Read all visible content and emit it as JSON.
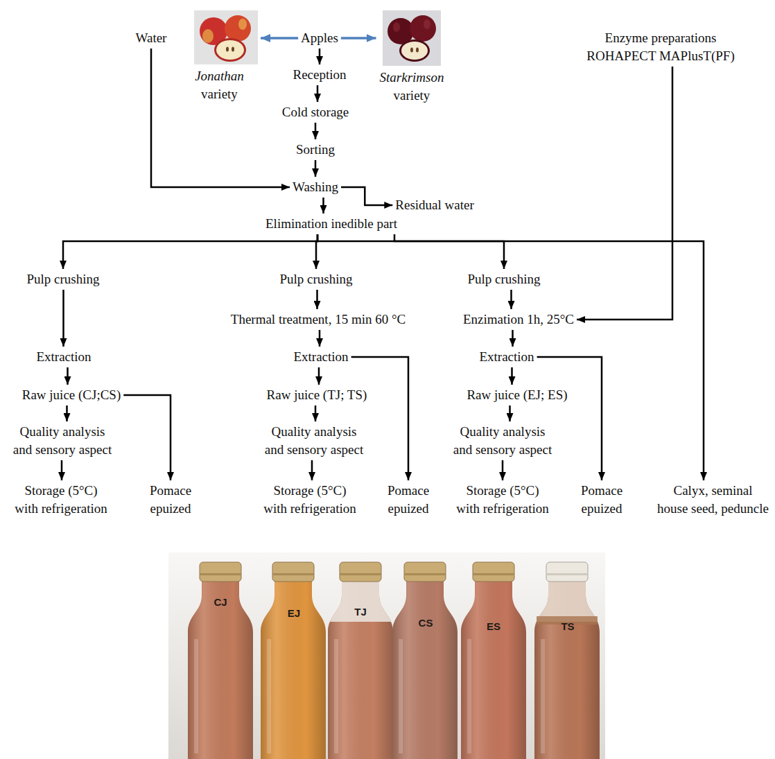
{
  "diagram": {
    "nodes": [
      {
        "text": [
          "Water"
        ]
      },
      {
        "text": [
          "Apples"
        ]
      },
      {
        "text": [
          "Jonathan variety"
        ]
      },
      {
        "text": [
          "Starkrimson variety"
        ]
      },
      {
        "text": [
          "Enzyme preparations ROHAPECT MAPlusT(PF)"
        ]
      },
      {
        "text": [
          "Reception"
        ]
      },
      {
        "text": [
          "Cold storage"
        ]
      },
      {
        "text": [
          "Sorting"
        ]
      },
      {
        "text": [
          "Washing"
        ]
      },
      {
        "text": [
          "Residual water"
        ]
      },
      {
        "text": [
          "Elimination inedible part"
        ]
      },
      {
        "text": [
          "Pulp crushing"
        ]
      },
      {
        "text": [
          "Pulp crushing"
        ]
      },
      {
        "text": [
          "Pulp crushing"
        ]
      },
      {
        "text": [
          "Thermal treatment, 15 min 60 °C"
        ]
      },
      {
        "text": [
          "Enzimation 1h, 25°C"
        ]
      },
      {
        "text": [
          "Extraction"
        ]
      },
      {
        "text": [
          "Extraction"
        ]
      },
      {
        "text": [
          "Extraction"
        ]
      },
      {
        "text": [
          "Raw juice (CJ;CS)"
        ]
      },
      {
        "text": [
          "Raw juice (TJ; TS)"
        ]
      },
      {
        "text": [
          "Raw juice (EJ; ES)"
        ]
      },
      {
        "text": [
          "Quality analysis and sensory aspect"
        ]
      },
      {
        "text": [
          "Quality analysis and sensory aspect"
        ]
      },
      {
        "text": [
          "Quality analysis and sensory aspect"
        ]
      },
      {
        "text": [
          "Storage (5°C) with refrigeration"
        ]
      },
      {
        "text": [
          "Pomace epuized"
        ]
      },
      {
        "text": [
          "Storage (5°C) with refrigeration"
        ]
      },
      {
        "text": [
          "Pomace epuized"
        ]
      },
      {
        "text": [
          "Storage (5°C) with refrigeration"
        ]
      },
      {
        "text": [
          "Pomace epuized"
        ]
      },
      {
        "text": [
          "Calyx, seminal house seed, peduncle"
        ]
      }
    ],
    "edges": [
      {
        "from": 1,
        "to": 2,
        "arrow": "to"
      },
      {
        "from": 1,
        "to": 3,
        "arrow": "to"
      },
      {
        "from": 1,
        "to": 5,
        "arrow": "to"
      },
      {
        "from": 5,
        "to": 6,
        "arrow": "to"
      },
      {
        "from": 6,
        "to": 7,
        "arrow": "to"
      },
      {
        "from": 0,
        "to": 8,
        "arrow": "to"
      },
      {
        "from": 7,
        "to": 8,
        "arrow": "to"
      },
      {
        "from": 8,
        "to": 9,
        "arrow": "to"
      },
      {
        "from": 8,
        "to": 10,
        "arrow": "to"
      },
      {
        "from": 10,
        "to": 11,
        "arrow": "to"
      },
      {
        "from": 10,
        "to": 12,
        "arrow": "to"
      },
      {
        "from": 10,
        "to": 13,
        "arrow": "to"
      },
      {
        "from": 10,
        "to": 31,
        "arrow": "to"
      },
      {
        "from": 11,
        "to": 16,
        "arrow": "to"
      },
      {
        "from": 12,
        "to": 14,
        "arrow": "to"
      },
      {
        "from": 13,
        "to": 15,
        "arrow": "to"
      },
      {
        "from": 4,
        "to": 15,
        "arrow": "to"
      },
      {
        "from": 14,
        "to": 17,
        "arrow": "to"
      },
      {
        "from": 15,
        "to": 18,
        "arrow": "to"
      },
      {
        "from": 16,
        "to": 19,
        "arrow": "to"
      },
      {
        "from": 17,
        "to": 20,
        "arrow": "to"
      },
      {
        "from": 18,
        "to": 21,
        "arrow": "to"
      },
      {
        "from": 19,
        "to": 26,
        "arrow": "to"
      },
      {
        "from": 17,
        "to": 28,
        "arrow": "to"
      },
      {
        "from": 18,
        "to": 30,
        "arrow": "to"
      },
      {
        "from": 19,
        "to": 22,
        "arrow": "to"
      },
      {
        "from": 20,
        "to": 23,
        "arrow": "to"
      },
      {
        "from": 21,
        "to": 24,
        "arrow": "to"
      },
      {
        "from": 22,
        "to": 25,
        "arrow": "to"
      },
      {
        "from": 23,
        "to": 27,
        "arrow": "to"
      },
      {
        "from": 24,
        "to": 29,
        "arrow": "to"
      }
    ],
    "labels": [
      "CJ",
      "EJ",
      "TJ",
      "CS",
      "ES",
      "TS"
    ]
  }
}
